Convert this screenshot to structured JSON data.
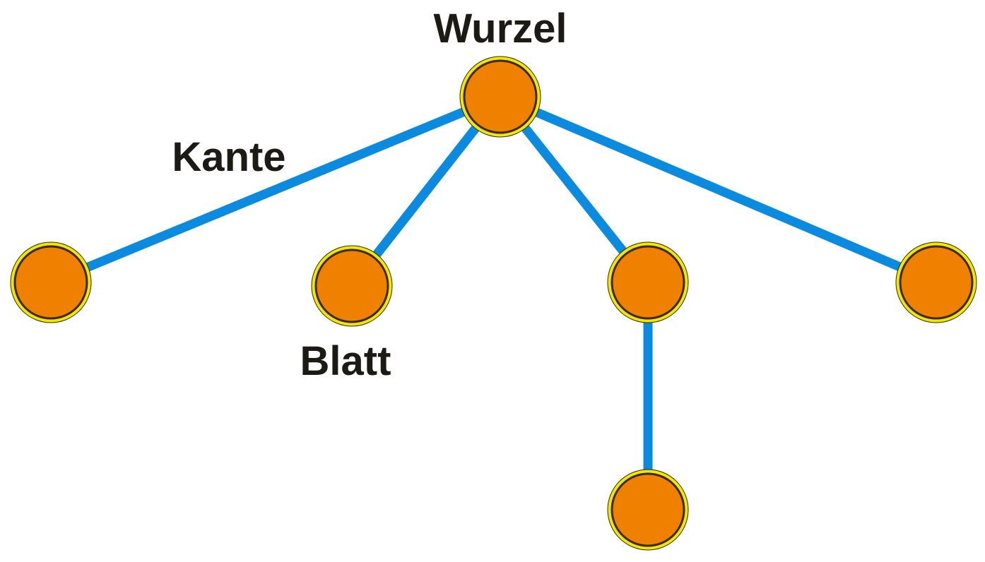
{
  "labels": {
    "root": "Wurzel",
    "edge": "Kante",
    "leaf": "Blatt"
  },
  "colors": {
    "edge": "#0a8be0",
    "node_fill": "#f08000",
    "node_ring": "#f0e800",
    "node_border": "#3a2a00",
    "text": "#1c1a14"
  },
  "tree": {
    "nodes": [
      "root",
      "child-1",
      "child-2",
      "child-3",
      "child-4",
      "grandchild-1"
    ],
    "edges": [
      [
        "root",
        "child-1"
      ],
      [
        "root",
        "child-2"
      ],
      [
        "root",
        "child-3"
      ],
      [
        "root",
        "child-4"
      ],
      [
        "child-3",
        "grandchild-1"
      ]
    ]
  }
}
